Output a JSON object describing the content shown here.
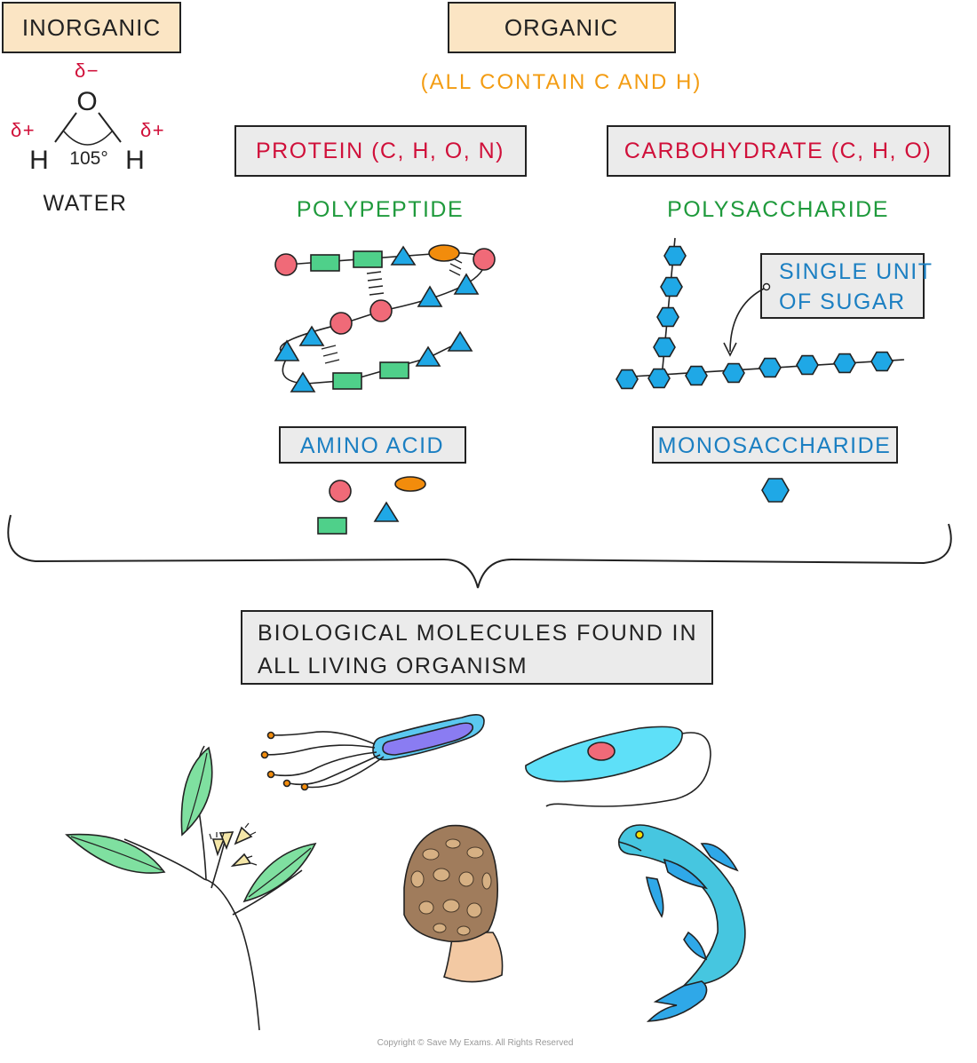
{
  "headers": {
    "inorganic": "INORGANIC",
    "organic": "ORGANIC",
    "organic_note": "(ALL  CONTAIN  C  AND  H)"
  },
  "water": {
    "label": "WATER",
    "oxygen": "O",
    "hydrogen_left": "H",
    "hydrogen_right": "H",
    "delta_minus": "δ−",
    "delta_plus_left": "δ+",
    "delta_plus_right": "δ+",
    "angle": "105°"
  },
  "protein": {
    "title": "PROTEIN  (C, H, O, N)",
    "polymer": "POLYPEPTIDE",
    "monomer": "AMINO  ACID"
  },
  "carbohydrate": {
    "title": "CARBOHYDRATE  (C, H, O)",
    "polymer": "POLYSACCHARIDE",
    "callout_line1": "SINGLE  UNIT",
    "callout_line2": "OF  SUGAR",
    "monomer": "MONOSACCHARIDE"
  },
  "summary": {
    "line1": "BIOLOGICAL  MOLECULES  FOUND  IN",
    "line2": "ALL  LIVING  ORGANISM"
  },
  "footer": "Copyright © Save My Exams. All Rights Reserved",
  "colors": {
    "header_fill": "#fbe5c4",
    "box_fill": "#ebebeb",
    "red_text": "#d0103a",
    "green_text": "#1f9a3c",
    "blue_text": "#1b7fc2",
    "orange_text": "#f39c12",
    "circle": "#f06a78",
    "rect": "#4fd08a",
    "triangle": "#1fa8e6",
    "oval": "#f28c0c",
    "hexagon": "#1fa8e6"
  },
  "icons": [
    "plant-icon",
    "bacterium-icon",
    "protist-icon",
    "mushroom-icon",
    "fish-icon"
  ]
}
